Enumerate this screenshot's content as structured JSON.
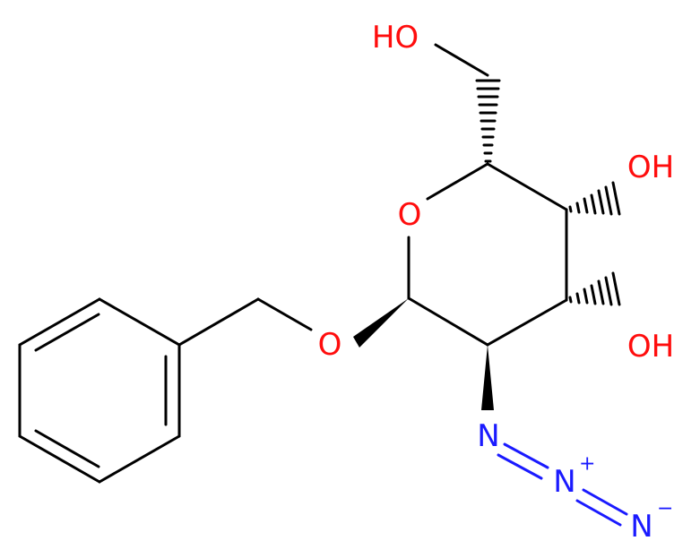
{
  "colors": {
    "bond": "#000000",
    "oxygen": "#ff0d0d",
    "nitrogen": "#1a1aff"
  },
  "atoms": {
    "ho_top": "HO",
    "ring_o": "O",
    "oh_upper": "OH",
    "oh_lower": "OH",
    "ether_o": "O",
    "n1": "N",
    "n2": "N",
    "n2_charge": "+",
    "n3": "N",
    "n3_charge": "−"
  }
}
